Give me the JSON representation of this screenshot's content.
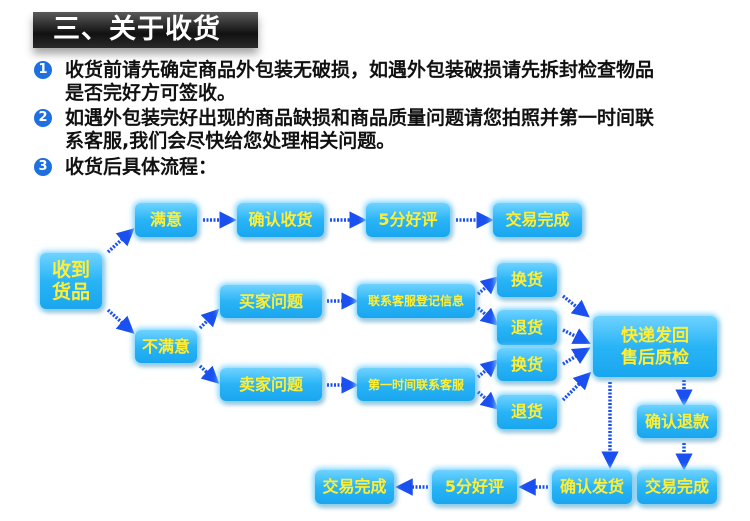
{
  "title": "三、关于收货",
  "items": [
    {
      "num": "1",
      "lines": [
        "收货前请先确定商品外包装无破损，如遇外包装破损请先拆封检查物品",
        "是否完好方可签收。"
      ]
    },
    {
      "num": "2",
      "lines": [
        "如遇外包装完好出现的商品缺损和商品质量问题请您拍照并第一时间联",
        "系客服,我们会尽快给您处理相关问题。"
      ]
    },
    {
      "num": "3",
      "lines": [
        "收货后具体流程："
      ]
    }
  ],
  "flow": {
    "received": "收到\n货品",
    "satisfied": "满意",
    "confirm_receipt": "确认收货",
    "good_review_top": "5分好评",
    "done_top": "交易完成",
    "unsatisfied": "不满意",
    "buyer_issue": "买家问题",
    "contact_register": "联系客服登记信息",
    "exchange1": "换货",
    "return1": "退货",
    "seller_issue": "卖家问题",
    "contact_first": "第一时间联系客服",
    "exchange2": "换货",
    "return2": "退货",
    "ship_back": "快递发回\n售后质检",
    "confirm_refund": "确认退款",
    "done_right": "交易完成",
    "confirm_ship": "确认发货",
    "good_review_bottom": "5分好评",
    "done_bottom": "交易完成"
  },
  "colors": {
    "box": "#29b4f6",
    "box_text": "#ffee33",
    "arrow": "#1a4ff0",
    "number": "#1e6fe0"
  }
}
